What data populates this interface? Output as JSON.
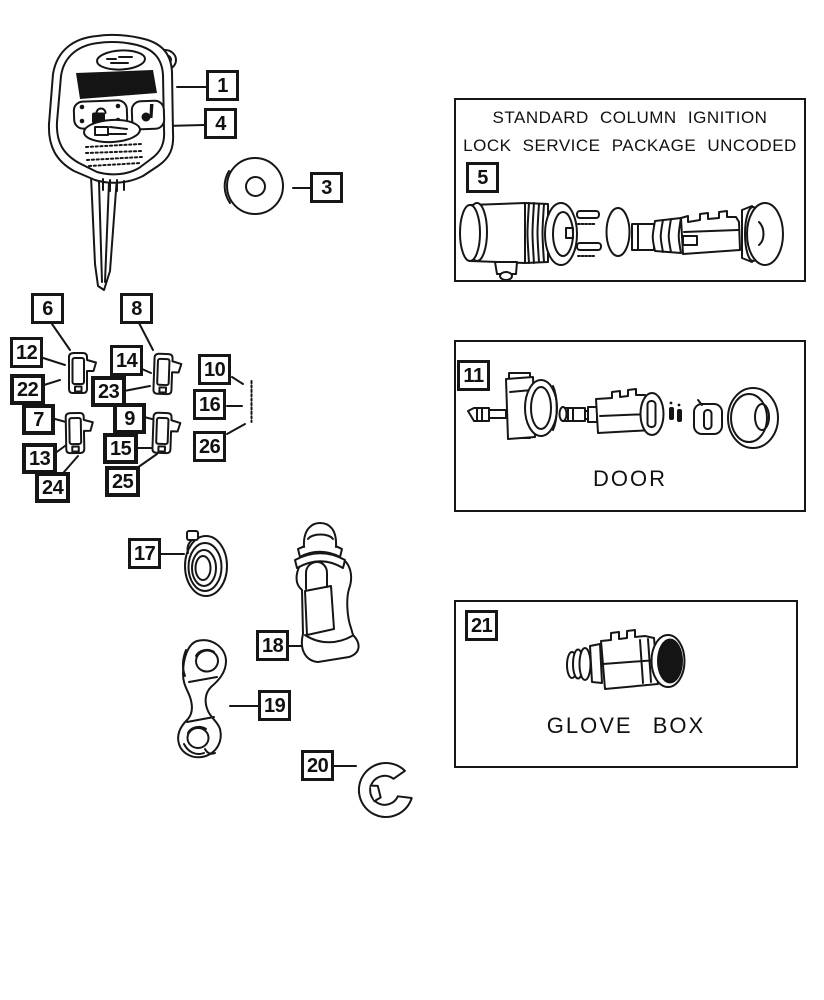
{
  "document": {
    "type": "lock-parts-diagram",
    "background": "#ffffff",
    "line_color": "#161616"
  },
  "panels": {
    "ignition": {
      "callout": "5",
      "title_line1": "STANDARD COLUMN IGNITION",
      "title_line2": "LOCK SERVICE PACKAGE UNCODED"
    },
    "door": {
      "callout": "11",
      "label": "DOOR"
    },
    "glove_box": {
      "callout": "21",
      "label": "GLOVE BOX"
    }
  },
  "callouts": {
    "c1": "1",
    "c3": "3",
    "c4": "4",
    "c6": "6",
    "c7": "7",
    "c8": "8",
    "c9": "9",
    "c10": "10",
    "c12": "12",
    "c13": "13",
    "c14": "14",
    "c15": "15",
    "c16": "16",
    "c17": "17",
    "c18": "18",
    "c19": "19",
    "c20": "20",
    "c22": "22",
    "c23": "23",
    "c24": "24",
    "c25": "25",
    "c26": "26"
  },
  "illustrations": {
    "remote_key": "integrated-key-remote-transmitter",
    "washer": "key-washer",
    "tumblers": "lock-cylinder-tumblers",
    "tumbler_spring": "tumbler-spring",
    "clock_spring": "lock-return-spring",
    "lock_lever": "lock-lever",
    "lock_link": "lock-link",
    "e_clip": "e-clip-retainer",
    "ignition": "ignition-lock-cylinder-exploded",
    "door": "door-lock-cylinder-exploded",
    "glove_box": "glove-box-lock-cylinder"
  }
}
